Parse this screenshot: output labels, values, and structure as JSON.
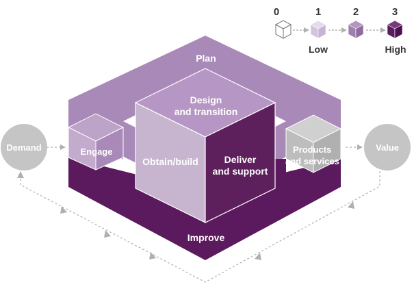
{
  "legend": {
    "levels": [
      {
        "number": "0",
        "label": "",
        "color": "#ffffff"
      },
      {
        "number": "1",
        "label": "Low",
        "color": "#d8c8e0"
      },
      {
        "number": "2",
        "label": "",
        "color": "#a27ab0"
      },
      {
        "number": "3",
        "label": "High",
        "color": "#5b1a5e"
      }
    ]
  },
  "nodes": {
    "demand": "Demand",
    "value": "Value"
  },
  "blocks": {
    "plan": "Plan",
    "design_line1": "Design",
    "design_line2": "and transition",
    "engage": "Engage",
    "obtain": "Obtain/build",
    "deliver_line1": "Deliver",
    "deliver_line2": "and support",
    "products_line1": "Products",
    "products_line2": "and services",
    "improve": "Improve"
  },
  "colors": {
    "plan": "#a889b8",
    "improve": "#5b1a5e",
    "design_front": "#c7b5cf",
    "deliver": "#5e1f5d",
    "node_gray": "#c5c5c5",
    "connector": "#aaaaaa"
  }
}
